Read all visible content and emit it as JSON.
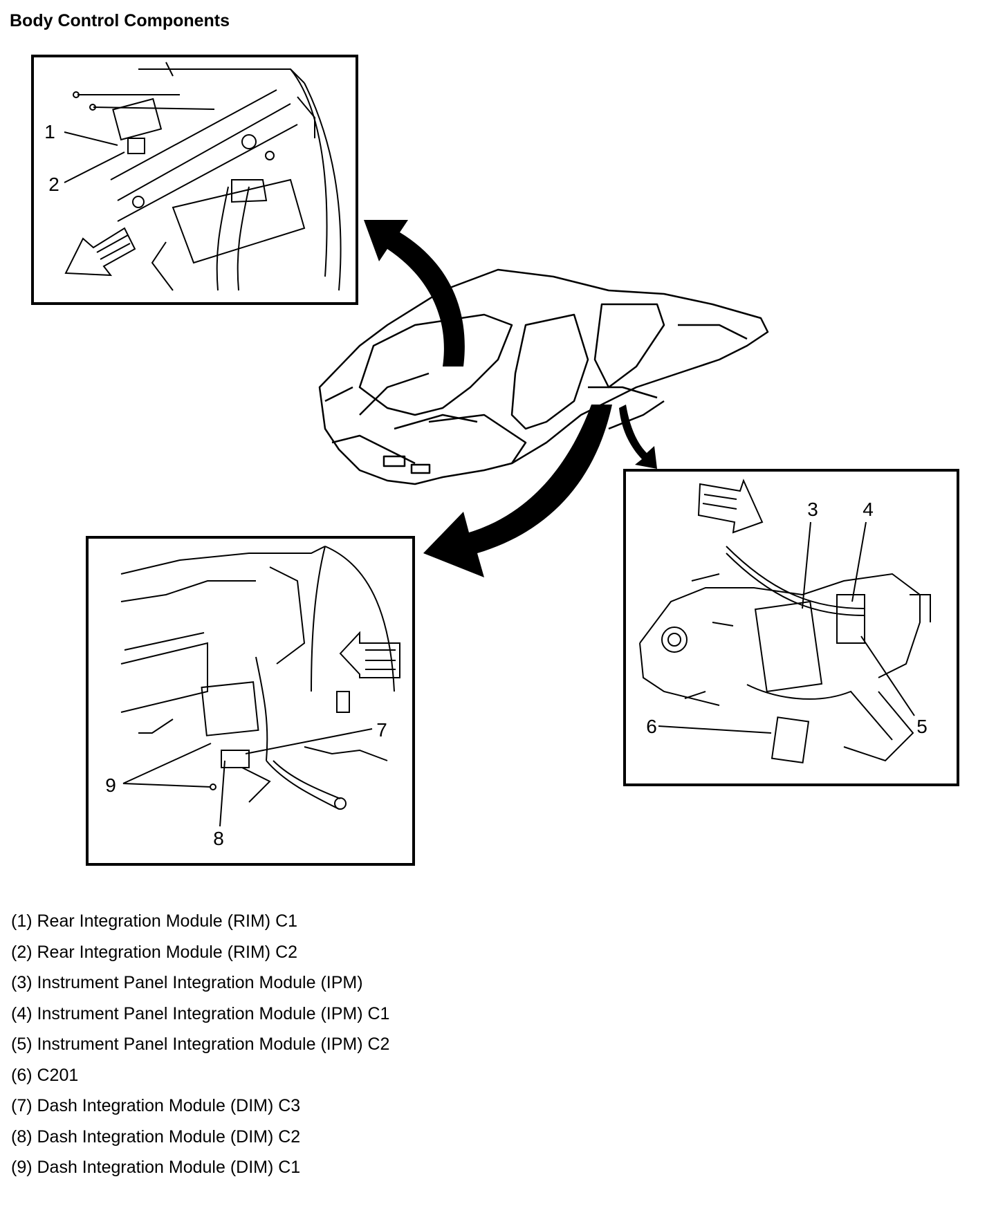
{
  "title": "Body Control Components",
  "callouts": {
    "c1": "1",
    "c2": "2",
    "c3": "3",
    "c4": "4",
    "c5": "5",
    "c6": "6",
    "c7": "7",
    "c8": "8",
    "c9": "9"
  },
  "legend": [
    "(1) Rear Integration Module (RIM) C1",
    "(2) Rear Integration Module (RIM) C2",
    "(3) Instrument Panel Integration Module (IPM)",
    "(4) Instrument Panel Integration Module (IPM) C1",
    "(5) Instrument Panel Integration Module (IPM) C2",
    "(6) C201",
    "(7) Dash Integration Module (DIM) C3",
    "(8) Dash Integration Module (DIM) C2",
    "(9) Dash Integration Module (DIM) C1"
  ]
}
